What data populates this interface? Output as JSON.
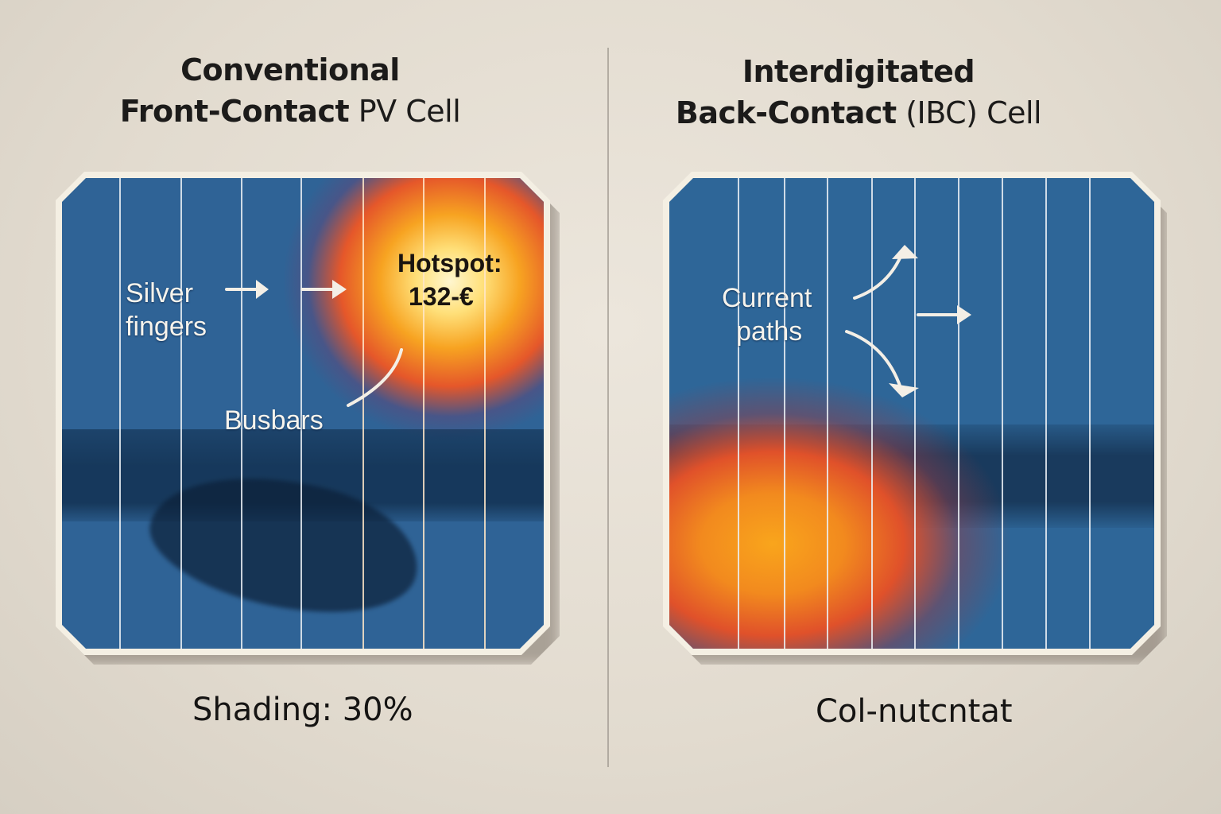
{
  "left_panel": {
    "title_line1": "Conventional",
    "title_line2_bold": "Front-Contact",
    "title_line2_rest": " PV Cell",
    "labels": {
      "fingers": "Silver\nfingers",
      "fingers_line1": "Silver",
      "fingers_line2": "fingers",
      "busbars": "Busbars",
      "hotspot_line1": "Hotspot:",
      "hotspot_line2": "132-€"
    },
    "caption": "Shading: 30%",
    "colors": {
      "cell_blue": "#2f6396",
      "shadow_band": "#173a5e",
      "hotspot_core": "#fff3c4",
      "hotspot_mid": "#f6a21e",
      "hotspot_edge": "#e24a24"
    }
  },
  "right_panel": {
    "title_line1": "Interdigitated",
    "title_line2_bold": "Back-Contact",
    "title_line2_rest": " (IBC) Cell",
    "labels": {
      "current_line1": "Current",
      "current_line2": "paths"
    },
    "caption": "Col-nutcntat",
    "colors": {
      "cell_blue": "#2e6698",
      "shadow_band": "#1b3b5c",
      "heat_core": "#f7a11c",
      "heat_edge": "#d9452a"
    }
  }
}
